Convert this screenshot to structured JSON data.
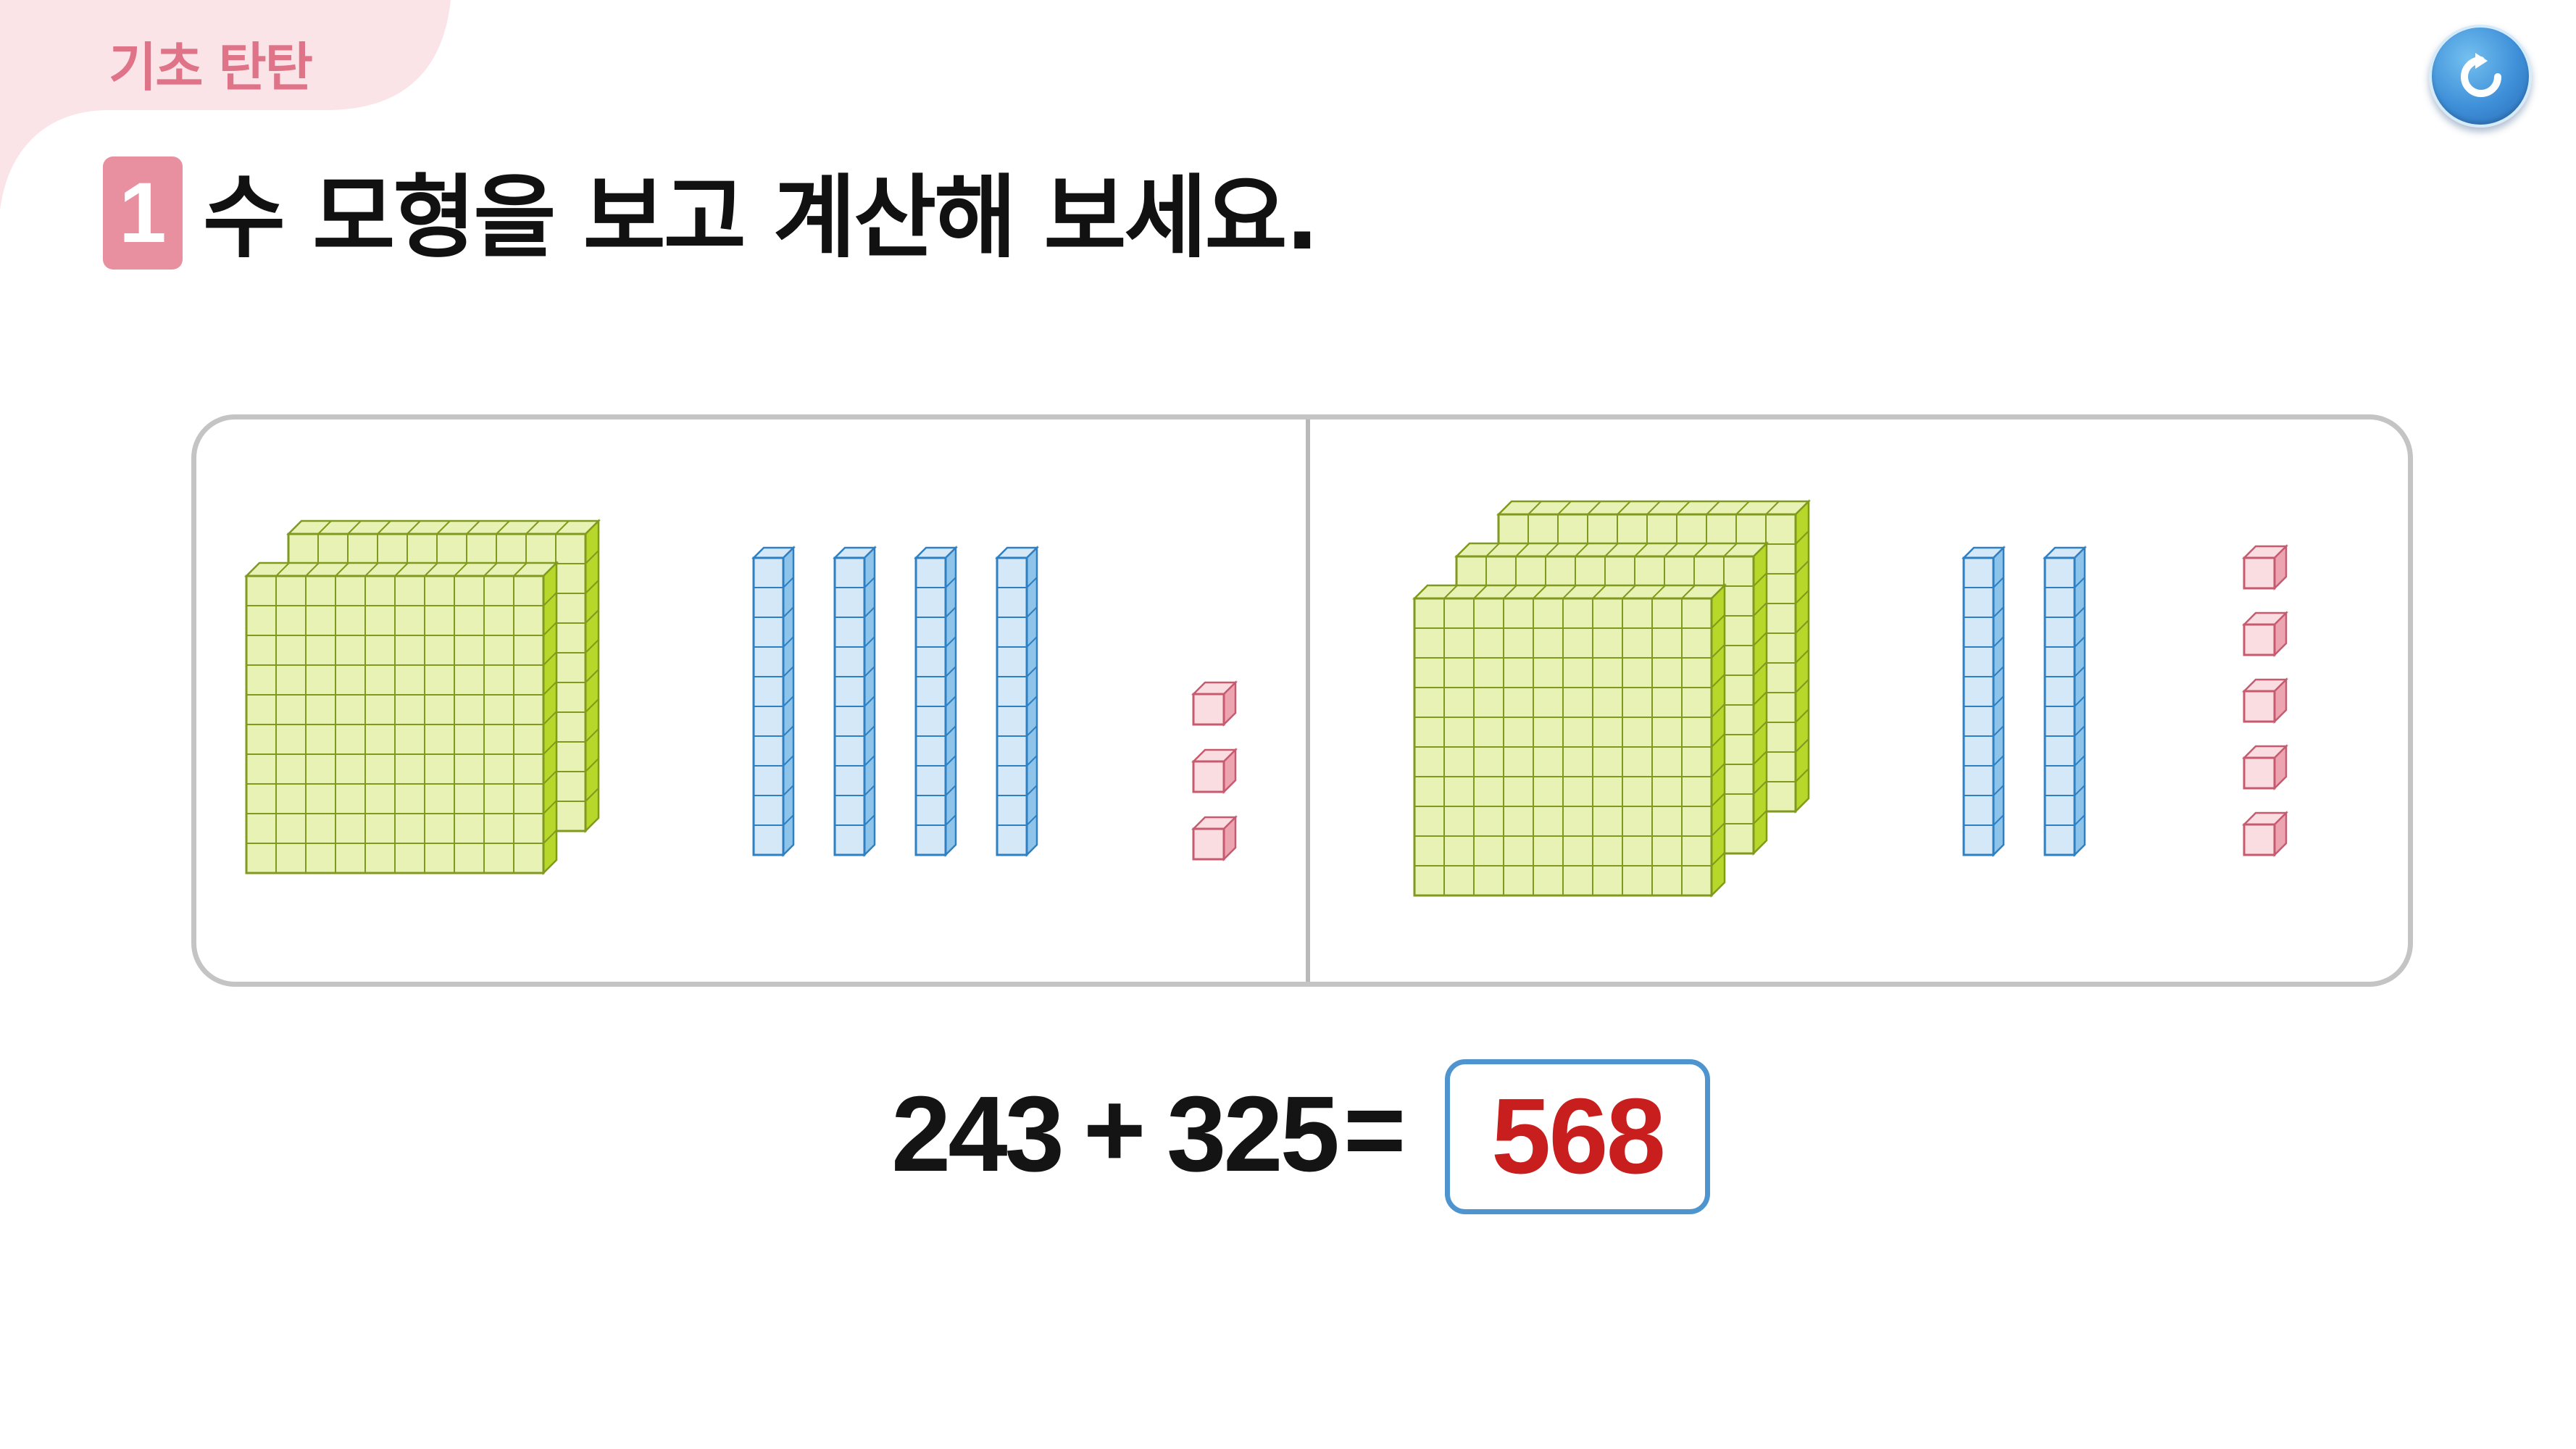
{
  "section_tab": {
    "label": "기초 탄탄",
    "color": "#df7489"
  },
  "reset_button": {
    "icon": "refresh-icon",
    "color": "#3e8fd8"
  },
  "question": {
    "number": "1",
    "text": "수 모형을 보고 계산해 보세요."
  },
  "models": {
    "left": {
      "hundreds": 2,
      "tens": 4,
      "ones": 3
    },
    "right": {
      "hundreds": 3,
      "tens": 2,
      "ones": 5
    },
    "colors": {
      "hundred_face": "#e8f2b4",
      "hundred_line": "#7f9a1e",
      "hundred_side": "#b7d72a",
      "ten_face": "#d5e8f8",
      "ten_line": "#2f80c2",
      "ten_side": "#8ec3ea",
      "one_face": "#f9dde0",
      "one_line": "#c85a70",
      "one_side": "#eda4b1"
    }
  },
  "equation": {
    "left_operand": "243",
    "operator": "+",
    "right_operand": "325",
    "equals": "=",
    "answer": "568",
    "answer_color": "#c81e1e"
  }
}
